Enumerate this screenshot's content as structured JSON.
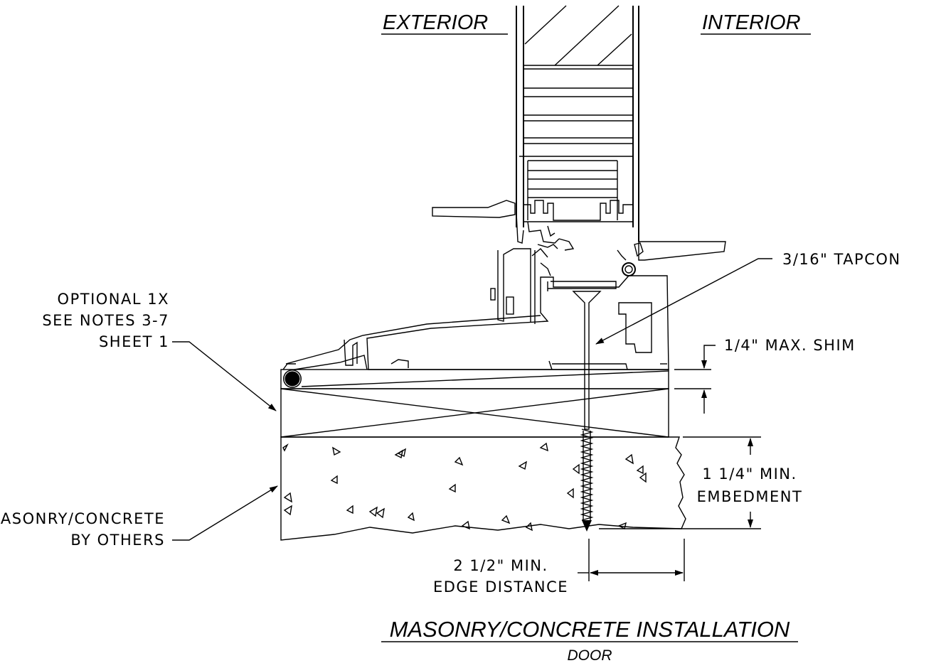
{
  "headers": {
    "exterior": "EXTERIOR",
    "interior": "INTERIOR"
  },
  "callouts": {
    "tapcon": "3/16\" TAPCON",
    "shim": "1/4\" MAX. SHIM",
    "optional_line1": "OPTIONAL 1X",
    "optional_line2": "SEE NOTES 3-7",
    "optional_line3": "SHEET 1",
    "masonry_line1": "MASONRY/CONCRETE",
    "masonry_line2": "BY OTHERS",
    "embedment_line1": "1 1/4\" MIN.",
    "embedment_line2": "EMBEDMENT",
    "edge_line1": "2 1/2\" MIN.",
    "edge_line2": "EDGE DISTANCE"
  },
  "title": {
    "main": "MASONRY/CONCRETE INSTALLATION",
    "sub": "DOOR"
  },
  "colors": {
    "ink": "#000000",
    "paper": "#ffffff"
  }
}
